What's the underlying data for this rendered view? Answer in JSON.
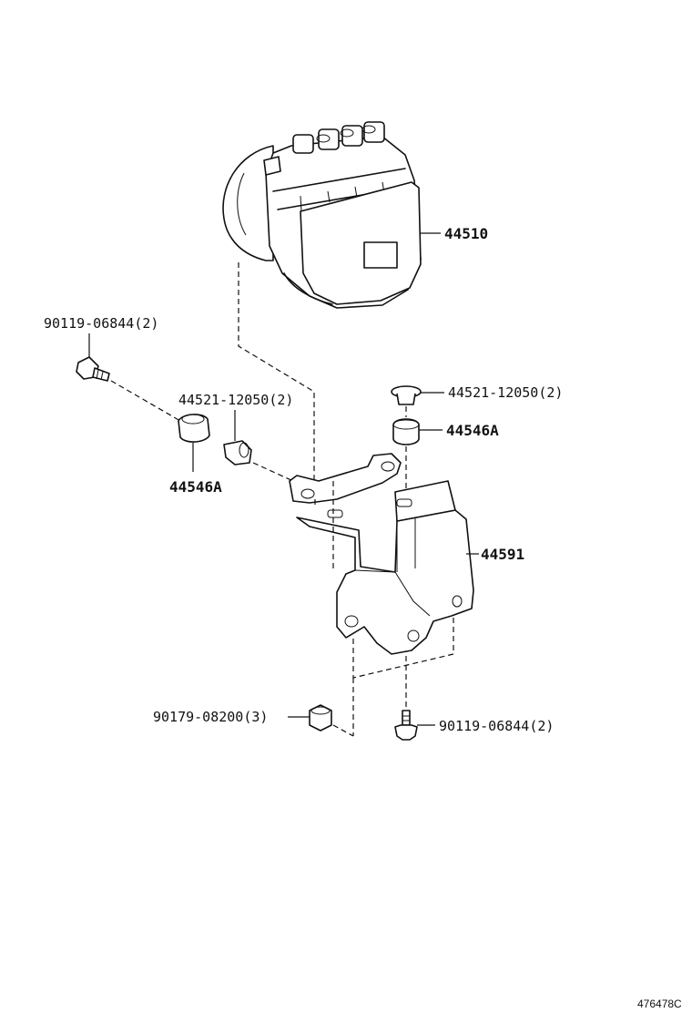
{
  "callouts": {
    "actuator": "44510",
    "bolt_left": "90119-06844(2)",
    "collar_left": "44521-12050(2)",
    "grommet_left": "44546A",
    "collar_right": "44521-12050(2)",
    "grommet_right": "44546A",
    "bracket": "44591",
    "nut": "90179-08200(3)",
    "bolt_bottom": "90119-06844(2)"
  },
  "illustration_code": "476478C"
}
